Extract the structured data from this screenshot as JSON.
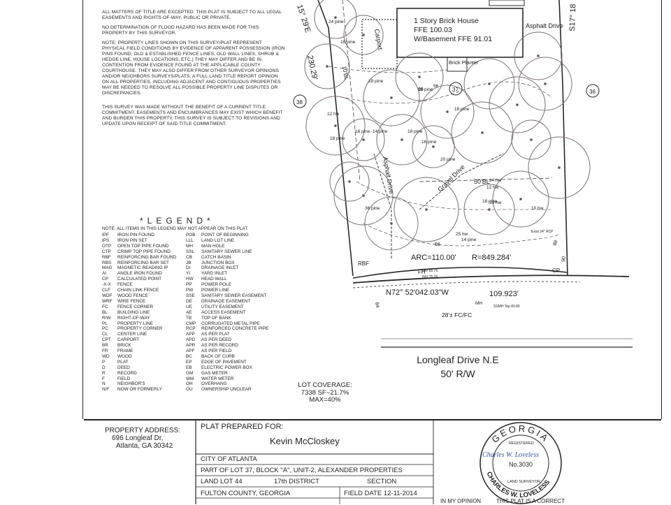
{
  "notes": [
    "All matters of title are excepted. This plat is subject to all legal easements and rights-of-way, public or private.",
    "No determination of flood hazard has been made for this property by this surveyor.",
    "Note: Property lines shown on this survey/plat represent physical field conditions by evidence of apparent possession (iron pins found, old & established fence lines, old wall lines, shrub & hedge line, house locations, etc.) They may differ and be in contention from evidence found at the applicable county courthouse. They may also differ from other surveyor opinions and/or neighbors surveys/plats. A full land title report opinion on all properties, including adjacent and contiguous properties may be needed to resolve all possible property line disputes or discrepancies.",
    "This survey was made without the benefit of a current title commitment. Easements and encumbrances may exist which benefit and burden this property. This survey is subject to revisions and update upon receipt of said title commitment."
  ],
  "legend": {
    "title": "*LEGEND*",
    "note": "Note: All items in this legend may not appear on this plat.",
    "left": [
      [
        "IPF",
        "IRON PIN FOUND"
      ],
      [
        "IPS",
        "IRON PIN SET"
      ],
      [
        "OTP",
        "OPEN TOP PIPE FOUND"
      ],
      [
        "CTP",
        "CRIMP TOP PIPE FOUND"
      ],
      [
        "RBF",
        "REINFORCING BAR FOUND"
      ],
      [
        "RBS",
        "REINFORCING BAR SET"
      ],
      [
        "MAG",
        "MAGNETIC READING IP"
      ],
      [
        "AI",
        "ANGLE IRON FOUND"
      ],
      [
        "CP",
        "CALCULATED POINT"
      ],
      [
        "-X-X",
        "FENCE"
      ],
      [
        "CLF",
        "CHAIN LINK FENCE"
      ],
      [
        "WDF",
        "WOOD FENCE"
      ],
      [
        "WRF",
        "WIRE FENCE"
      ],
      [
        "FC",
        "FENCE CORNER"
      ],
      [
        "BL",
        "BUILDING LINE"
      ],
      [
        "R/W",
        "RIGHT-OF-WAY"
      ],
      [
        "PL",
        "PROPERTY LINE"
      ],
      [
        "PC",
        "PROPERTY CORNER"
      ],
      [
        "CL",
        "CENTER LINE"
      ],
      [
        "CPT",
        "CARPORT"
      ],
      [
        "BR",
        "BRICK"
      ],
      [
        "FR",
        "FRAME"
      ],
      [
        "WD",
        "WOOD"
      ],
      [
        "P",
        "PLAT"
      ],
      [
        "D",
        "DEED"
      ],
      [
        "R",
        "RECORD"
      ],
      [
        "F",
        "FIELD"
      ],
      [
        "N",
        "NEIGHBOR'S"
      ],
      [
        "N/F",
        "NOW OR FORMERLY"
      ]
    ],
    "right": [
      [
        "POB",
        "POINT OF BEGINNING"
      ],
      [
        "LLL",
        "LAND LOT LINE"
      ],
      [
        "MH",
        "MAN HOLE"
      ],
      [
        "SSL",
        "SANITARY SEWER LINE"
      ],
      [
        "CB",
        "CATCH BASIN"
      ],
      [
        "JB",
        "JUNCTION BOX"
      ],
      [
        "DI",
        "DRAINAGE INLET"
      ],
      [
        "YI",
        "YARD INLET"
      ],
      [
        "HW",
        "HEAD WALL"
      ],
      [
        "PP",
        "POWER POLE"
      ],
      [
        "PW",
        "POWER LINE"
      ],
      [
        "SSE",
        "SANITARY SEWER EASEMENT"
      ],
      [
        "DE",
        "DRAINAGE EASEMENT"
      ],
      [
        "UE",
        "UTILITY EASEMENT"
      ],
      [
        "AE",
        "ACCESS EASEMENT"
      ],
      [
        "TB",
        "TOP OF BANK"
      ],
      [
        "CMP",
        "CORRUGATED METAL PIPE"
      ],
      [
        "RCP",
        "REINFORCED CONCRETE PIPE"
      ],
      [
        "APP",
        "AS PER PLAT"
      ],
      [
        "APD",
        "AS PER DEED"
      ],
      [
        "APR",
        "AS PER RECORD"
      ],
      [
        "APF",
        "AS PER FIELD"
      ],
      [
        "BC",
        "BACK OF CURB"
      ],
      [
        "EP",
        "EDGE OF PAVEMENT"
      ],
      [
        "EB",
        "ELECTRIC POWER BOX"
      ],
      [
        "GM",
        "GAS METER"
      ],
      [
        "WM",
        "WATER METER"
      ],
      [
        "OH",
        "OVERHANG"
      ],
      [
        "OU",
        "OWNERSHIP UNCLEAR"
      ]
    ]
  },
  "lot_coverage": {
    "label": "LOT COVERAGE:",
    "value": "7338 SF~21.7%",
    "max": "MAX=40%"
  },
  "map": {
    "house": [
      "1 Story Brick House",
      "FFE 100.03",
      "W/Basement FFE 91.01"
    ],
    "carport": "Carport",
    "asphalt_drive_top": "Asphalt Drive",
    "asphalt_drive": "Asphalt Drive",
    "gravel_drive": "Gravel Drive",
    "brick_planter": "Brick Planter",
    "west_bearing": "15° 29'E",
    "west_distance": "230.29'",
    "east_bearing": "S17° 18",
    "lot_numbers": [
      "38",
      "37",
      "36"
    ],
    "arc": "ARC=110.00'",
    "radius": "R=849.284'",
    "south_bearing": "N72° 52'042.03\"W",
    "south_distance": "109.923'",
    "setback_10": "10'BL",
    "setback_50": "50'BL",
    "curb": "28'± FC/FC",
    "rbf": "RBF",
    "fh": "FH",
    "mh": "MH",
    "cp": "CP",
    "invert_1": "INV 75.35",
    "invert_2": "INV 85.75",
    "sewer_top": "SSMH Top 83.80",
    "exist_pipe": "Exist 24\" RCP",
    "trees": [
      "24 pine",
      "16 pine",
      "18 pine",
      "18 pine",
      "96",
      "18 pine",
      "12 hw",
      "18 pine",
      "16 pine",
      "14 pine",
      "18 pine",
      "16 pine",
      "20 pine",
      "14 hw",
      "12 hw",
      "18 pine",
      "13 hw",
      "10 hw",
      "36 pine",
      "25 hw",
      "14 pine"
    ],
    "contours": [
      "90",
      "88",
      "86",
      "84",
      "96"
    ]
  },
  "street": {
    "name": "Longleaf Drive N.E",
    "row": "50' R/W"
  },
  "title_block": {
    "address_label": "PROPERTY ADDRESS:",
    "address_1": "696 Longleaf Dr,",
    "address_2": "Atlanta, GA 30342",
    "prepared_for_label": "PLAT PREPARED FOR:",
    "client": "Kevin McCloskey",
    "city": "CITY OF ATLANTA",
    "legal": "PART OF LOT 37, BLOCK \"A\", UNIT-2, ALEXANDER PROPERTIES",
    "land_lot": "LAND LOT 44",
    "district": "17th DISTRICT",
    "section": "SECTION",
    "county": "FULTON COUNTY, GEORGIA",
    "field_date": "FIELD DATE 12-11-2014",
    "opinion_prefix": "IN MY OPINION",
    "opinion_tail": "THIS PLAT IS A CORRECT"
  },
  "stamp": {
    "top_text": "GEORGIA",
    "registered": "REGISTERED",
    "number": "No.3030",
    "bottom_text": "CHARLES W. LOVELESS",
    "land_surveyor": "LAND SURVEYOR",
    "signature": "Charles W. Loveless"
  }
}
